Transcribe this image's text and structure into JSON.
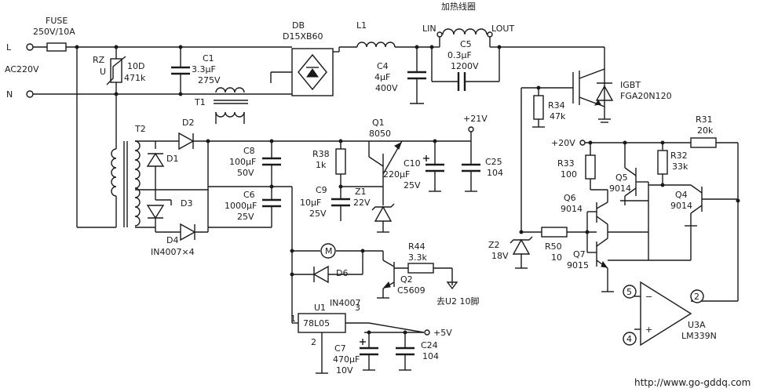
{
  "labels": {
    "fuse": "FUSE",
    "fuse_val": "250V/10A",
    "L": "L",
    "N": "N",
    "ac": "AC220V",
    "rz": "RZ",
    "rz_u": "U",
    "rz_10d": "10D",
    "rz_471k": "471k",
    "c1": "C1",
    "c1_val": "3.3μF",
    "c1_v": "275V",
    "t1": "T1",
    "db": "DB",
    "db_val": "D15XB60",
    "l1": "L1",
    "coil_title": "加热线圈",
    "lin": "LIN",
    "lout": "LOUT",
    "c5": "C5",
    "c5_val": "0.3μF",
    "c5_v": "1200V",
    "c4": "C4",
    "c4_val": "4μF",
    "c4_v": "400V",
    "igbt": "IGBT",
    "igbt_val": "FGA20N120",
    "r34": "R34",
    "r34_val": "47k",
    "t2": "T2",
    "d1": "D1",
    "d2": "D2",
    "d3": "D3",
    "d4": "D4",
    "diodes_val": "IN4007×4",
    "c8": "C8",
    "c8_val": "100μF",
    "c8_v": "50V",
    "c6": "C6",
    "c6_val": "1000μF",
    "c6_v": "25V",
    "r38": "R38",
    "r38_val": "1k",
    "q1": "Q1",
    "q1_val": "8050",
    "c9": "C9",
    "c9_val": "10μF",
    "c9_v": "25V",
    "z1": "Z1",
    "z1_val": "22V",
    "c10": "C10",
    "c10_val": "220μF",
    "c10_v": "25V",
    "c25": "C25",
    "c25_val": "104",
    "v21": "+21V",
    "motor": "M",
    "d6": "D6",
    "d6_val": "IN4007",
    "q2": "Q2",
    "q2_val": "C5609",
    "r44": "R44",
    "r44_val": "3.3k",
    "u2_note": "去U2  10脚",
    "u1": "U1",
    "u1_val": "78L05",
    "pin1": "1",
    "pin2": "2",
    "pin3": "3",
    "c7": "C7",
    "c7_val": "470μF",
    "c7_v": "10V",
    "c24": "C24",
    "c24_val": "104",
    "v5": "+5V",
    "v20": "+20V",
    "r31": "R31",
    "r31_val": "20k",
    "r33": "R33",
    "r33_val": "100",
    "q5": "Q5",
    "q5_val": "9014",
    "r32": "R32",
    "r32_val": "33k",
    "q6": "Q6",
    "q6_val": "9014",
    "q4": "Q4",
    "q4_val": "9014",
    "z2": "Z2",
    "z2_val": "18V",
    "r50": "R50",
    "r50_val": "10",
    "q7": "Q7",
    "q7_val": "9015",
    "u3a": "U3A",
    "u3a_val": "LM339N",
    "opamp_pin5": "5",
    "opamp_pin4": "4",
    "opamp_pin2": "2",
    "minus": "−",
    "plus": "+",
    "url": "http://www.go-gddq.com"
  }
}
